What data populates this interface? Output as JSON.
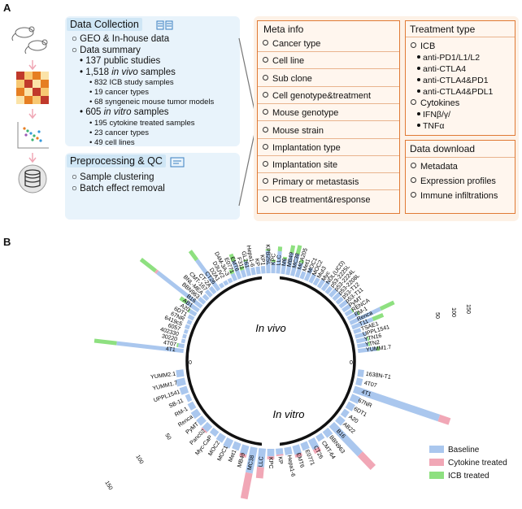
{
  "panel_a": {
    "letter": "A",
    "data_collection": {
      "title": "Data Collection",
      "lines": [
        {
          "text": "GEO & In-house data",
          "style": "circle"
        },
        {
          "text": "Data summary",
          "style": "circle"
        },
        {
          "text": "137 public studies",
          "style": "dot"
        },
        {
          "pre": "1,518 ",
          "italic": "in vivo",
          "post": " samples",
          "style": "dot"
        },
        {
          "text": "832 ICB study samples",
          "style": "smalldot"
        },
        {
          "text": "19 cancer types",
          "style": "smalldot"
        },
        {
          "text": "68 syngeneic mouse tumor models",
          "style": "smalldot"
        },
        {
          "pre": "605 ",
          "italic": "in vitro",
          "post": " samples",
          "style": "dot"
        },
        {
          "text": "195 cytokine treated samples",
          "style": "smalldot"
        },
        {
          "text": "23 cancer types",
          "style": "smalldot"
        },
        {
          "text": "49 cell lines",
          "style": "smalldot"
        }
      ]
    },
    "preprocessing": {
      "title": "Preprocessing & QC",
      "lines": [
        "Sample clustering",
        "Batch effect removal"
      ]
    },
    "meta_info": {
      "title": "Meta info",
      "items": [
        "Cancer type",
        "Cell line",
        "Sub clone",
        "Cell genotype&treatment",
        "Mouse genotype",
        "Mouse strain",
        "Implantation type",
        "Implantation site",
        "Primary or metastasis",
        "ICB treatment&response"
      ]
    },
    "treatment_type": {
      "title": "Treatment type",
      "icb": "ICB",
      "icb_items": [
        "anti-PD1/L1/L2",
        "anti-CTLA4",
        "anti-CTLA4&PD1",
        "anti-CTLA4&PDL1"
      ],
      "cytokines": "Cytokines",
      "cytokine_items": [
        "IFNβ/γ/",
        "TNFα"
      ]
    },
    "data_download": {
      "title": "Data download",
      "items": [
        "Metadata",
        "Expression profiles",
        "Immune infiltrations"
      ]
    }
  },
  "panel_b": {
    "letter": "B",
    "in_vivo_label": "In vivo",
    "in_vitro_label": "In vitro",
    "zero_label": "0",
    "legend": [
      {
        "name": "Baseline",
        "color": "#aac7ee"
      },
      {
        "name": "Cytokine treated",
        "color": "#f1a7b6"
      },
      {
        "name": "ICB treated",
        "color": "#8ee080"
      }
    ]
  },
  "chart_data": {
    "type": "bar",
    "subtype": "circular stacked bar",
    "series": [
      {
        "name": "Baseline",
        "color": "#aac7ee"
      },
      {
        "name": "Cytokine treated",
        "color": "#f1a7b6"
      },
      {
        "name": "ICB treated",
        "color": "#8ee080"
      }
    ],
    "ticks": [
      {
        "label": "0"
      },
      {
        "label": "50"
      },
      {
        "label": "100"
      },
      {
        "label": "150"
      }
    ],
    "in_vivo": [
      {
        "label": "4T1",
        "values": [
          90,
          0,
          30
        ]
      },
      {
        "label": "4T07",
        "values": [
          8,
          0,
          2
        ]
      },
      {
        "label": "30220",
        "values": [
          5,
          0,
          0
        ]
      },
      {
        "label": "402330",
        "values": [
          5,
          0,
          0
        ]
      },
      {
        "label": "6057",
        "values": [
          5,
          0,
          0
        ]
      },
      {
        "label": "6419c5",
        "values": [
          6,
          0,
          0
        ]
      },
      {
        "label": "67NR",
        "values": [
          6,
          0,
          0
        ]
      },
      {
        "label": "6DT1",
        "values": [
          8,
          0,
          0
        ]
      },
      {
        "label": "A20",
        "values": [
          10,
          0,
          2
        ]
      },
      {
        "label": "AB1",
        "values": [
          20,
          0,
          10
        ]
      },
      {
        "label": "B16",
        "values": [
          75,
          3,
          25
        ]
      },
      {
        "label": "BBN963",
        "values": [
          10,
          0,
          0
        ]
      },
      {
        "label": "BNL-MEA",
        "values": [
          8,
          0,
          0
        ]
      },
      {
        "label": "CMT-167",
        "values": [
          10,
          0,
          0
        ]
      },
      {
        "label": "CT-2A",
        "values": [
          10,
          0,
          0
        ]
      },
      {
        "label": "CT26",
        "values": [
          50,
          0,
          15
        ]
      },
      {
        "label": "D2A1",
        "values": [
          6,
          0,
          0
        ]
      },
      {
        "label": "D3UV2",
        "values": [
          6,
          0,
          0
        ]
      },
      {
        "label": "D4M-3A-3",
        "values": [
          6,
          0,
          0
        ]
      },
      {
        "label": "E0771",
        "values": [
          10,
          0,
          6
        ]
      },
      {
        "label": "EMT6",
        "values": [
          25,
          0,
          10
        ]
      },
      {
        "label": "F311",
        "values": [
          10,
          0,
          5
        ]
      },
      {
        "label": "GL261",
        "values": [
          20,
          0,
          2
        ]
      },
      {
        "label": "Hepa1-6",
        "values": [
          10,
          0,
          0
        ]
      },
      {
        "label": "KP",
        "values": [
          10,
          0,
          0
        ]
      },
      {
        "label": "KP1",
        "values": [
          10,
          0,
          0
        ]
      },
      {
        "label": "KPB25L",
        "values": [
          30,
          0,
          2
        ]
      },
      {
        "label": "KPC",
        "values": [
          15,
          0,
          3
        ]
      },
      {
        "label": "LLC",
        "values": [
          30,
          0,
          6
        ]
      },
      {
        "label": "M6",
        "values": [
          20,
          0,
          3
        ]
      },
      {
        "label": "MB49",
        "values": [
          30,
          0,
          10
        ]
      },
      {
        "label": "MC38",
        "values": [
          30,
          0,
          12
        ]
      },
      {
        "label": "MCA205",
        "values": [
          20,
          0,
          4
        ]
      },
      {
        "label": "Met1",
        "values": [
          10,
          0,
          0
        ]
      },
      {
        "label": "MOC1",
        "values": [
          18,
          0,
          0
        ]
      },
      {
        "label": "MOC2",
        "values": [
          12,
          0,
          0
        ]
      },
      {
        "label": "Mut3",
        "values": [
          10,
          0,
          0
        ]
      },
      {
        "label": "Myc",
        "values": [
          12,
          0,
          0
        ]
      },
      {
        "label": "NDL(UCD)",
        "values": [
          14,
          0,
          0
        ]
      },
      {
        "label": "p53-2225L",
        "values": [
          10,
          0,
          0
        ]
      },
      {
        "label": "p53-2224L",
        "values": [
          12,
          0,
          0
        ]
      },
      {
        "label": "p53-2208L",
        "values": [
          12,
          0,
          0
        ]
      },
      {
        "label": "p53-T12",
        "values": [
          10,
          0,
          0
        ]
      },
      {
        "label": "p53-T11",
        "values": [
          12,
          0,
          0
        ]
      },
      {
        "label": "PyMT",
        "values": [
          12,
          0,
          0
        ]
      },
      {
        "label": "RENCA",
        "values": [
          10,
          0,
          2
        ]
      },
      {
        "label": "RM-1",
        "values": [
          15,
          0,
          2
        ]
      },
      {
        "label": "Renca",
        "values": [
          45,
          0,
          20
        ]
      },
      {
        "label": "T11",
        "values": [
          30,
          0,
          15
        ]
      },
      {
        "label": "TSAE1",
        "values": [
          10,
          0,
          0
        ]
      },
      {
        "label": "UPPL1541",
        "values": [
          15,
          0,
          0
        ]
      },
      {
        "label": "YTN16",
        "values": [
          15,
          0,
          2
        ]
      },
      {
        "label": "YTN2",
        "values": [
          15,
          0,
          2
        ]
      },
      {
        "label": "YUMM1.7",
        "values": [
          25,
          0,
          4
        ]
      }
    ],
    "in_vitro": [
      {
        "label": "1638N-T1",
        "values": [
          8,
          0,
          0
        ]
      },
      {
        "label": "4T07",
        "values": [
          8,
          0,
          0
        ]
      },
      {
        "label": "4T1",
        "values": [
          120,
          15,
          0
        ]
      },
      {
        "label": "67NR",
        "values": [
          12,
          0,
          0
        ]
      },
      {
        "label": "6DT1",
        "values": [
          10,
          0,
          0
        ]
      },
      {
        "label": "A20",
        "values": [
          8,
          0,
          0
        ]
      },
      {
        "label": "AB22",
        "values": [
          10,
          0,
          0
        ]
      },
      {
        "label": "B16",
        "values": [
          55,
          25,
          0
        ]
      },
      {
        "label": "BBN963",
        "values": [
          10,
          0,
          0
        ]
      },
      {
        "label": "CMT-64",
        "values": [
          8,
          0,
          0
        ]
      },
      {
        "label": "CT26",
        "values": [
          14,
          6,
          0
        ]
      },
      {
        "label": "E0771",
        "values": [
          10,
          0,
          0
        ]
      },
      {
        "label": "EMT6",
        "values": [
          12,
          4,
          0
        ]
      },
      {
        "label": "Hepa1-6",
        "values": [
          10,
          0,
          0
        ]
      },
      {
        "label": "KP",
        "values": [
          8,
          2,
          0
        ]
      },
      {
        "label": "KPC",
        "values": [
          10,
          4,
          0
        ]
      },
      {
        "label": "LLC",
        "values": [
          25,
          15,
          0
        ]
      },
      {
        "label": "MC38",
        "values": [
          35,
          35,
          0
        ]
      },
      {
        "label": "MB49",
        "values": [
          12,
          4,
          0
        ]
      },
      {
        "label": "Met1",
        "values": [
          10,
          0,
          0
        ]
      },
      {
        "label": "MOC1",
        "values": [
          12,
          0,
          0
        ]
      },
      {
        "label": "MOC2",
        "values": [
          10,
          0,
          0
        ]
      },
      {
        "label": "Myc-CaP",
        "values": [
          8,
          0,
          0
        ]
      },
      {
        "label": "Panc02",
        "values": [
          10,
          2,
          0
        ]
      },
      {
        "label": "PyMT",
        "values": [
          10,
          0,
          0
        ]
      },
      {
        "label": "Renca",
        "values": [
          10,
          0,
          0
        ]
      },
      {
        "label": "RM-1",
        "values": [
          8,
          0,
          0
        ]
      },
      {
        "label": "SB-11",
        "values": [
          6,
          0,
          0
        ]
      },
      {
        "label": "UPPL1541",
        "values": [
          10,
          0,
          0
        ]
      },
      {
        "label": "YUMM1.7",
        "values": [
          12,
          0,
          0
        ]
      },
      {
        "label": "YUMM2.1",
        "values": [
          10,
          0,
          0
        ]
      }
    ]
  }
}
